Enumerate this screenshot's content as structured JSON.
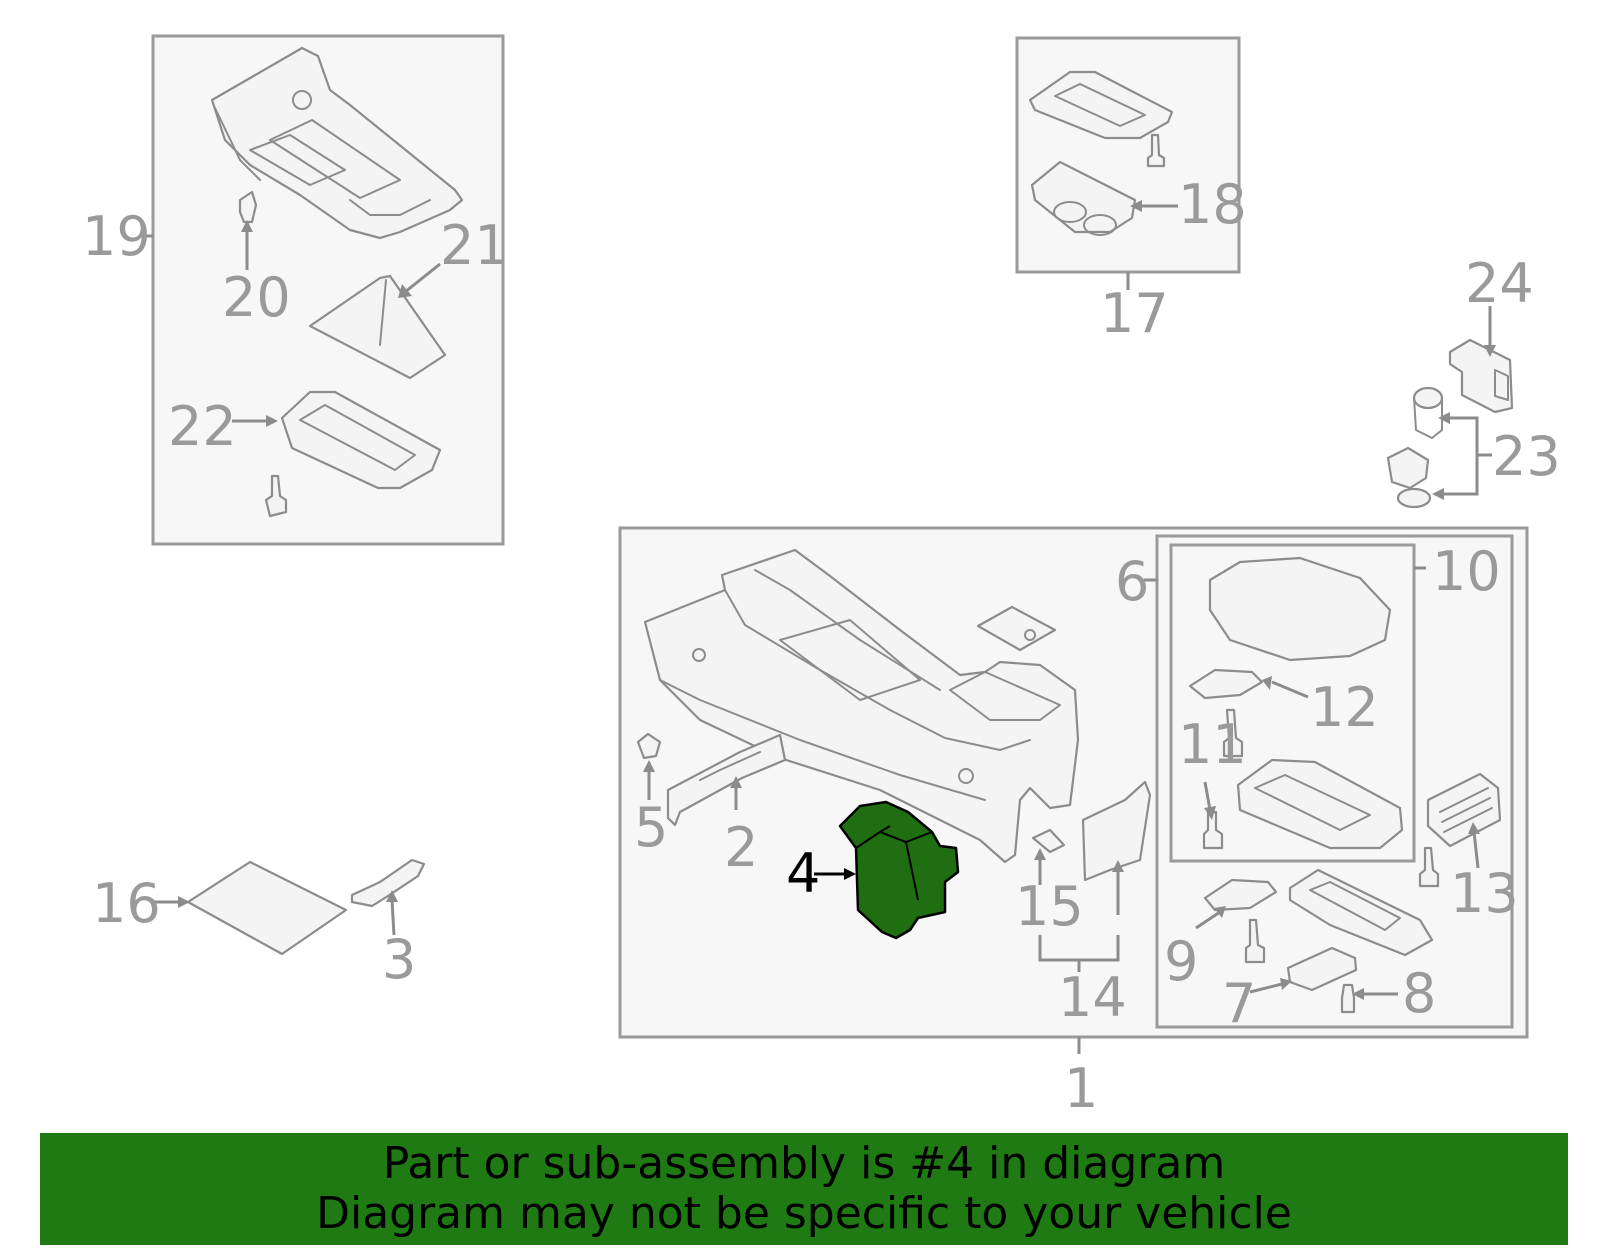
{
  "callouts": {
    "c1": "1",
    "c2": "2",
    "c3": "3",
    "c4": "4",
    "c5": "5",
    "c6": "6",
    "c7": "7",
    "c8": "8",
    "c9": "9",
    "c10": "10",
    "c11": "11",
    "c12": "12",
    "c13": "13",
    "c14": "14",
    "c15": "15",
    "c16": "16",
    "c17": "17",
    "c18": "18",
    "c19": "19",
    "c20": "20",
    "c21": "21",
    "c22": "22",
    "c23": "23",
    "c24": "24"
  },
  "highlighted_part": "4",
  "colors": {
    "highlight": "#1f6f12",
    "banner": "#1f7a14",
    "linework": "#8c8c8c"
  },
  "banner": {
    "line1": "Part or sub-assembly is #4 in diagram",
    "line2": "Diagram may not be specific to your vehicle"
  }
}
